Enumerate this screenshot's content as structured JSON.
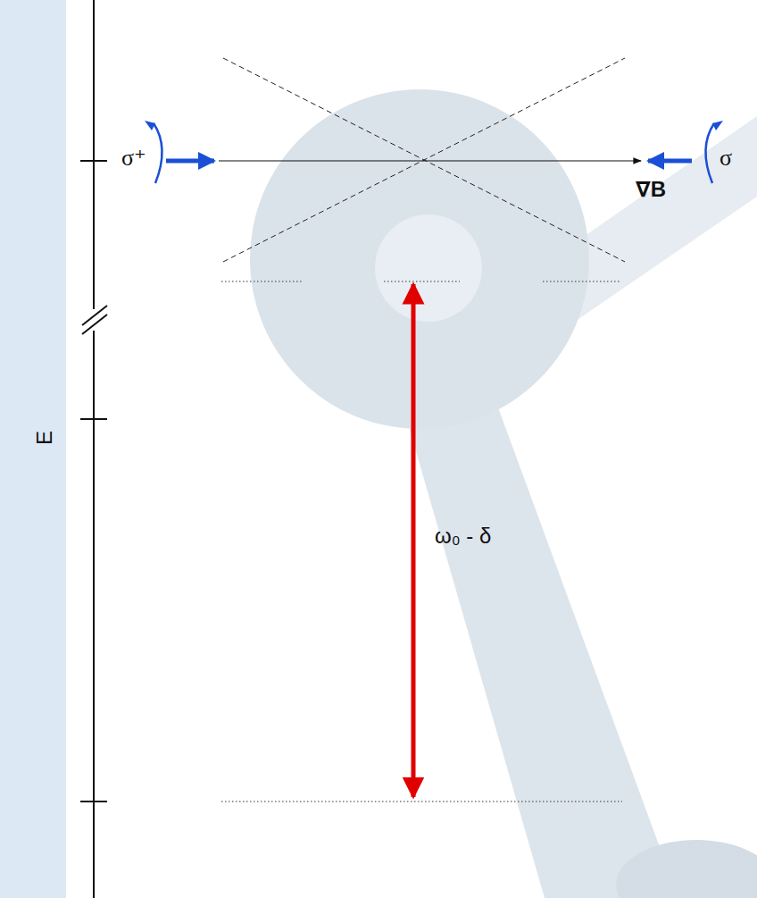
{
  "diagram": {
    "labels": [
      "σ⁺",
      "σ",
      "∇B",
      "E",
      "ω₀ - δ"
    ]
  }
}
